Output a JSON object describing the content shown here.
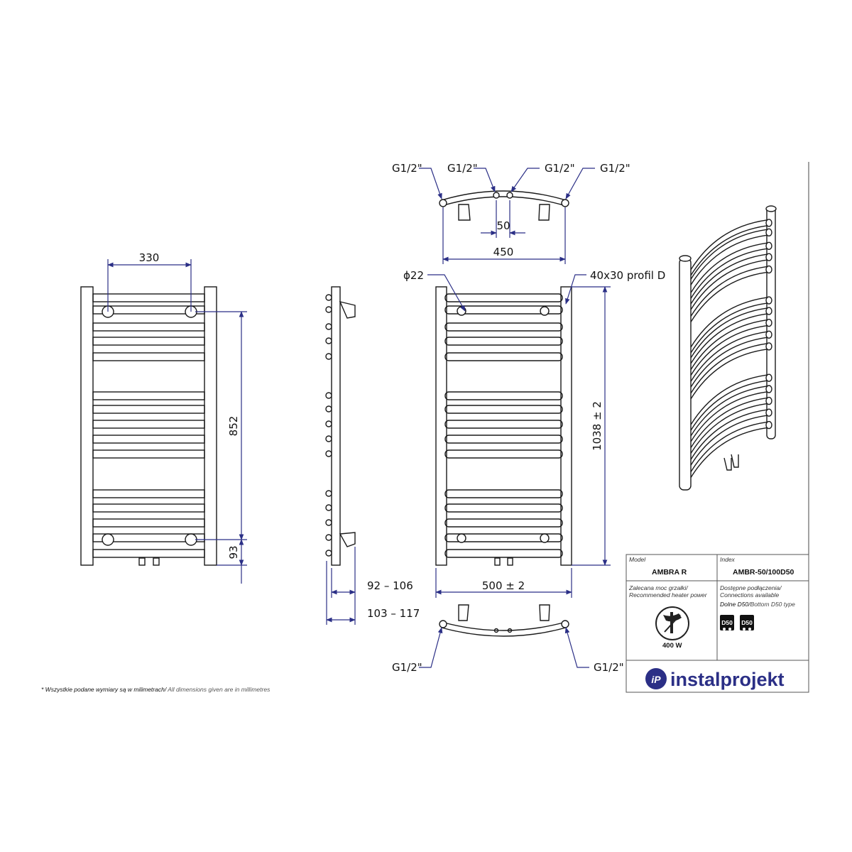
{
  "dimensions": {
    "front_spacing": "330",
    "front_height": "852",
    "front_bottom": "93",
    "top_spacing_inner": "50",
    "top_spacing_outer": "450",
    "tube_diameter": "ϕ22",
    "profile": "40x30 profil D",
    "height": "1038 ± 2",
    "width": "500 ± 2",
    "depth_1": "92 – 106",
    "depth_2": "103 – 117",
    "thread": "G1/2\""
  },
  "footnote": {
    "pl": "* Wszystkie podane wymiary są w milimetrach/",
    "en": " All dimensions given are in millimetres"
  },
  "title_block": {
    "model_label": "Model",
    "model_value": "AMBRA R",
    "index_label": "Index",
    "index_value": "AMBR-50/100D50",
    "heater_label_pl": "Zalecana moc grzałki/",
    "heater_label_en": "Recommended heater power",
    "heater_value": "400 W",
    "conn_label_pl": "Dostępne podłączenia/",
    "conn_label_en": "Connections available",
    "conn_type_pl": "Dolne D50/",
    "conn_type_en": "Bottom D50 type",
    "badge_1": "D50",
    "badge_2": "D50",
    "logo_mark": "iP",
    "logo_text": "instalprojekt"
  },
  "colors": {
    "dimension_line": "#2b2f86",
    "drawing_line": "#1a1a1a",
    "logo": "#2b2f86"
  }
}
